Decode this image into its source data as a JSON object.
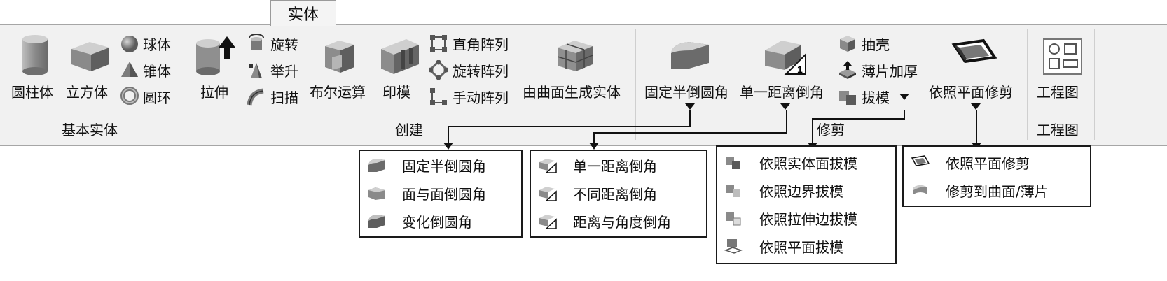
{
  "tab": {
    "label": "实体"
  },
  "groups": {
    "basic": {
      "title": "基本实体",
      "cylinder": "圆柱体",
      "cube": "立方体",
      "sphere": "球体",
      "cone": "锥体",
      "torus": "圆环"
    },
    "create": {
      "title": "创建",
      "extrude": "拉伸",
      "revolve": "旋转",
      "lift": "举升",
      "sweep": "扫描",
      "boolean": "布尔运算",
      "imprint": "印模",
      "rect_array": "直角阵列",
      "rot_array": "旋转阵列",
      "manual_array": "手动阵列",
      "surface_to_solid": "由曲面生成实体"
    },
    "modify": {
      "title": "修剪",
      "fixed_fillet": "固定半倒圆角",
      "single_chamfer": "单一距离倒角",
      "shell": "抽壳",
      "thicken": "薄片加厚",
      "draft": "拔模",
      "plane_trim": "依照平面修剪"
    },
    "drawing": {
      "title": "工程图",
      "drawing": "工程图"
    }
  },
  "popups": {
    "fillet": [
      "固定半倒圆角",
      "面与面倒圆角",
      "变化倒圆角"
    ],
    "chamfer": [
      "单一距离倒角",
      "不同距离倒角",
      "距离与角度倒角"
    ],
    "draft": [
      "依照实体面拔模",
      "依照边界拔模",
      "依照拉伸边拔模",
      "依照平面拔模"
    ],
    "trim": [
      "依照平面修剪",
      "修剪到曲面/薄片"
    ]
  },
  "colors": {
    "ribbon_bg": "#f1f1f1",
    "icon_gray": "#8e8e8e",
    "icon_dark": "#5e5e5e"
  }
}
